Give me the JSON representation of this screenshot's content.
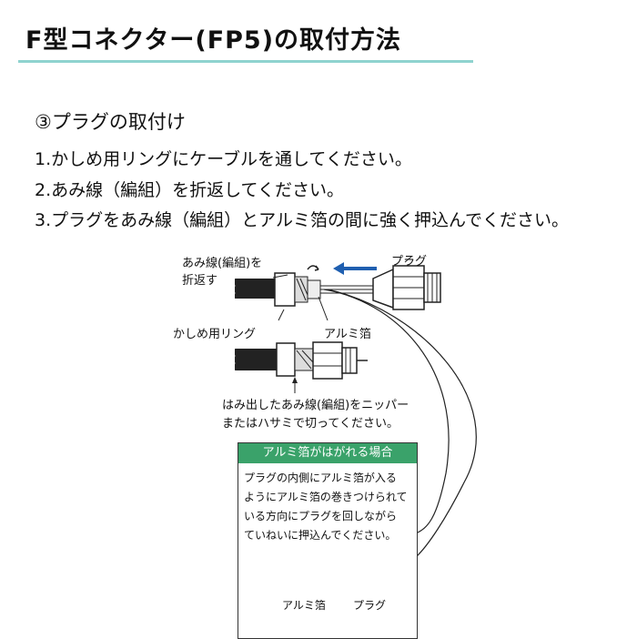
{
  "header": {
    "title": "F型コネクター(FP5)の取付方法",
    "rule_color": "#8fd3cf"
  },
  "step": {
    "heading": "③プラグの取付け",
    "instructions": [
      "1.かしめ用リングにケーブルを通してください。",
      "2.あみ線（編組）を折返してください。",
      "3.プラグをあみ線（編組）とアルミ箔の間に強く押込んでください。"
    ]
  },
  "diagram": {
    "label_fold_line1": "あみ線(編組)を",
    "label_fold_line2": "折返す",
    "label_plug": "プラグ",
    "label_ring": "かしめ用リング",
    "label_foil": "アルミ箔",
    "label_trim_line1": "はみ出したあみ線(編組)をニッパー",
    "label_trim_line2": "またはハサミで切ってください。",
    "arrow_color": "#1f5fb0"
  },
  "note": {
    "heading": "アルミ箔がはがれる場合",
    "heading_bg": "#3aa26a",
    "lines": [
      "プラグの内側にアルミ箔が入る",
      "ようにアルミ箔の巻きつけられて",
      "いる方向にプラグを回しながら",
      "ていねいに押込んでください。"
    ],
    "label_foil": "アルミ箔",
    "label_plug": "プラグ",
    "rotate_color": "#3aa26a"
  }
}
